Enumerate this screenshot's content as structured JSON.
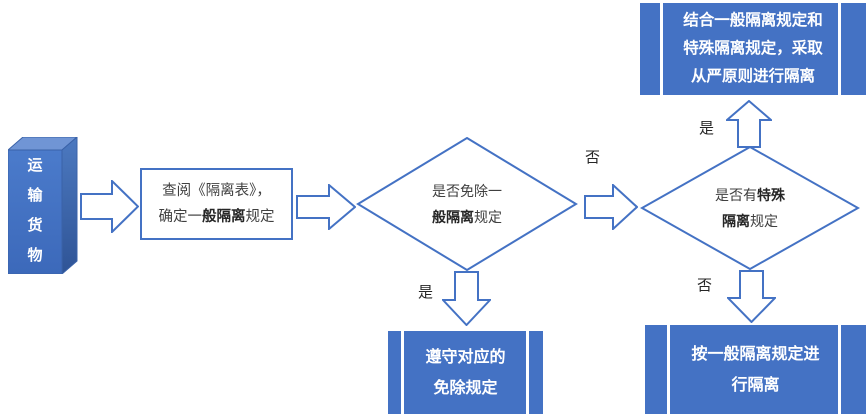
{
  "colors": {
    "accent_blue": "#4472C4",
    "cuboid_front": "#4374C8",
    "cuboid_top": "#7095D5",
    "cuboid_side_dark": "#2F5496",
    "shape_text": "#404040",
    "white": "#ffffff"
  },
  "cargo_box": {
    "chars": [
      "运",
      "输",
      "货",
      "物"
    ]
  },
  "lookup_step": {
    "lines": [
      [
        {
          "t": "查阅《隔离表》，",
          "b": false
        }
      ],
      [
        {
          "t": "确定一",
          "b": false
        },
        {
          "t": "般隔离",
          "b": true
        },
        {
          "t": "规定",
          "b": false
        }
      ]
    ]
  },
  "decision_general_exempt": {
    "lines": [
      [
        {
          "t": "是否免除一",
          "b": false
        }
      ],
      [
        {
          "t": "般隔离",
          "b": true
        },
        {
          "t": "规定",
          "b": false
        }
      ]
    ]
  },
  "decision_special": {
    "lines": [
      [
        {
          "t": "是否有",
          "b": false
        },
        {
          "t": "特殊",
          "b": true
        }
      ],
      [
        {
          "t": "隔离",
          "b": true
        },
        {
          "t": "规定",
          "b": false
        }
      ]
    ]
  },
  "result_combined": {
    "lines": [
      "结合一般隔离规定和",
      "特殊隔离规定，采取",
      "从严原则进行隔离"
    ]
  },
  "result_exempt": {
    "lines": [
      "遵守对应的",
      "免除规定"
    ]
  },
  "result_general": {
    "lines": [
      "按一般隔离规定进",
      "行隔离"
    ]
  },
  "labels": {
    "yes_exempt": "是",
    "no_exempt": "否",
    "yes_special": "是",
    "no_special": "否"
  }
}
